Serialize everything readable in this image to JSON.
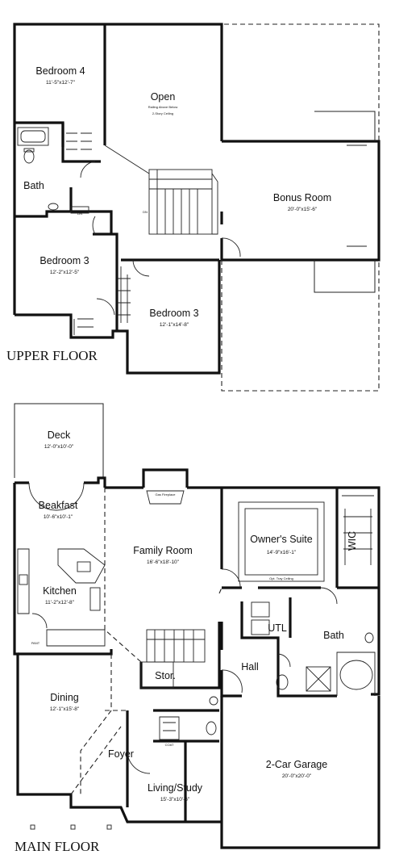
{
  "upper_floor": {
    "title": "UPPER FLOOR",
    "rooms": [
      {
        "name": "Bedroom 4",
        "dims": "11'-5\"x12'-7\""
      },
      {
        "name": "Open",
        "dims": "2-Story Ceiling"
      },
      {
        "name": "Bath",
        "dims": ""
      },
      {
        "name": "Bedroom 3",
        "dims": "12'-2\"x12'-5\""
      },
      {
        "name": "Bonus Room",
        "dims": "20'-0\"x15'-6\""
      },
      {
        "name": "Bedroom 3",
        "dims": "12'-1\"x14'-8\""
      }
    ],
    "notes": {
      "open_note": "Railing Above Below",
      "lin": "LIN",
      "dn": "DN"
    }
  },
  "main_floor": {
    "title": "MAIN FLOOR",
    "rooms": [
      {
        "name": "Deck",
        "dims": "12'-0\"x10'-0\""
      },
      {
        "name": "Beakfast",
        "dims": "10'-6\"x10'-1\""
      },
      {
        "name": "Family Room",
        "dims": "16'-6\"x18'-10\""
      },
      {
        "name": "Owner's Suite",
        "dims": "14'-9\"x16'-1\""
      },
      {
        "name": "WIC",
        "dims": ""
      },
      {
        "name": "Kitchen",
        "dims": "11'-2\"x12'-8\""
      },
      {
        "name": "UTL",
        "dims": ""
      },
      {
        "name": "Bath",
        "dims": ""
      },
      {
        "name": "Stor.",
        "dims": ""
      },
      {
        "name": "Hall",
        "dims": ""
      },
      {
        "name": "Dining",
        "dims": "12'-1\"x15'-8\""
      },
      {
        "name": "Foyer",
        "dims": ""
      },
      {
        "name": "2-Car Garage",
        "dims": "20'-0\"x20'-0\""
      },
      {
        "name": "Living/Study",
        "dims": "15'-3\"x10'-6\""
      }
    ],
    "notes": {
      "fireplace": "Gas Fireplace",
      "suite_ceiling": "Opt. Tray Ceiling",
      "pantry": "PANT",
      "coat": "COAT"
    }
  }
}
